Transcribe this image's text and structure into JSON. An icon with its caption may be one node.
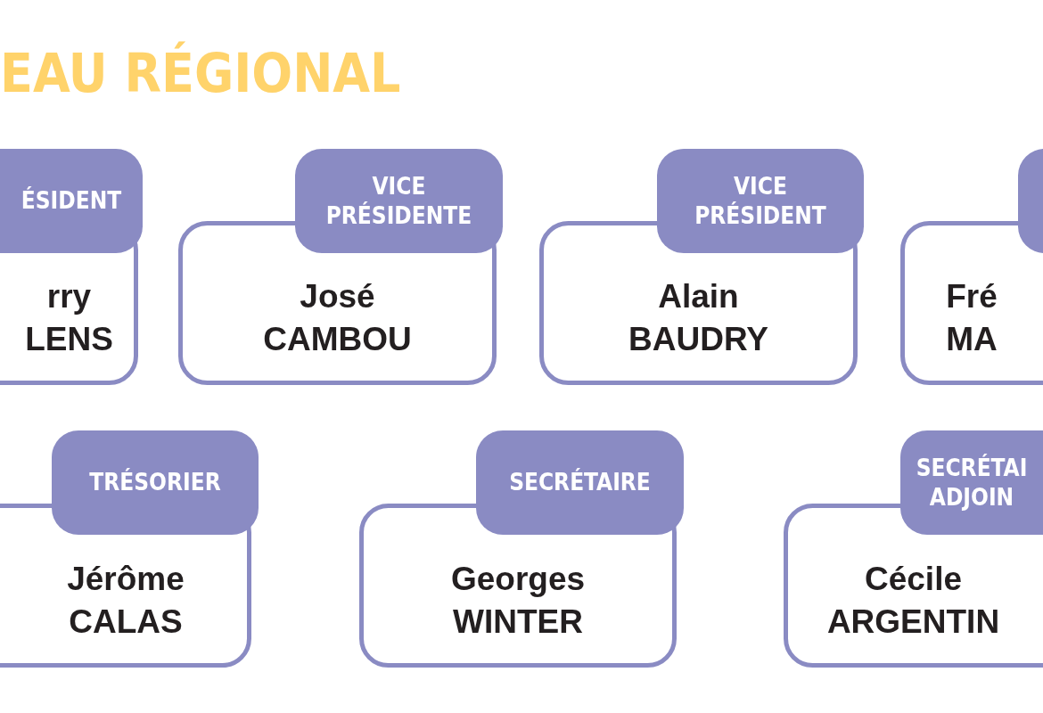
{
  "diagram": {
    "title": "EAU RÉGIONAL",
    "nodes": [
      {
        "text": [
          "ÉSIDENT",
          "rry LENS"
        ]
      },
      {
        "text": [
          "VICE PRÉSIDENTE",
          "José CAMBOU"
        ]
      },
      {
        "text": [
          "VICE PRÉSIDENT",
          "Alain BAUDRY"
        ]
      },
      {
        "text": [
          "Fré MA"
        ]
      },
      {
        "text": [
          "TRÉSORIER",
          "Jérôme CALAS"
        ]
      },
      {
        "text": [
          "SECRÉTAIRE",
          "Georges WINTER"
        ]
      },
      {
        "text": [
          "SECRÉTAI ADJOIN",
          "Cécile ARGENTIN"
        ]
      }
    ]
  }
}
